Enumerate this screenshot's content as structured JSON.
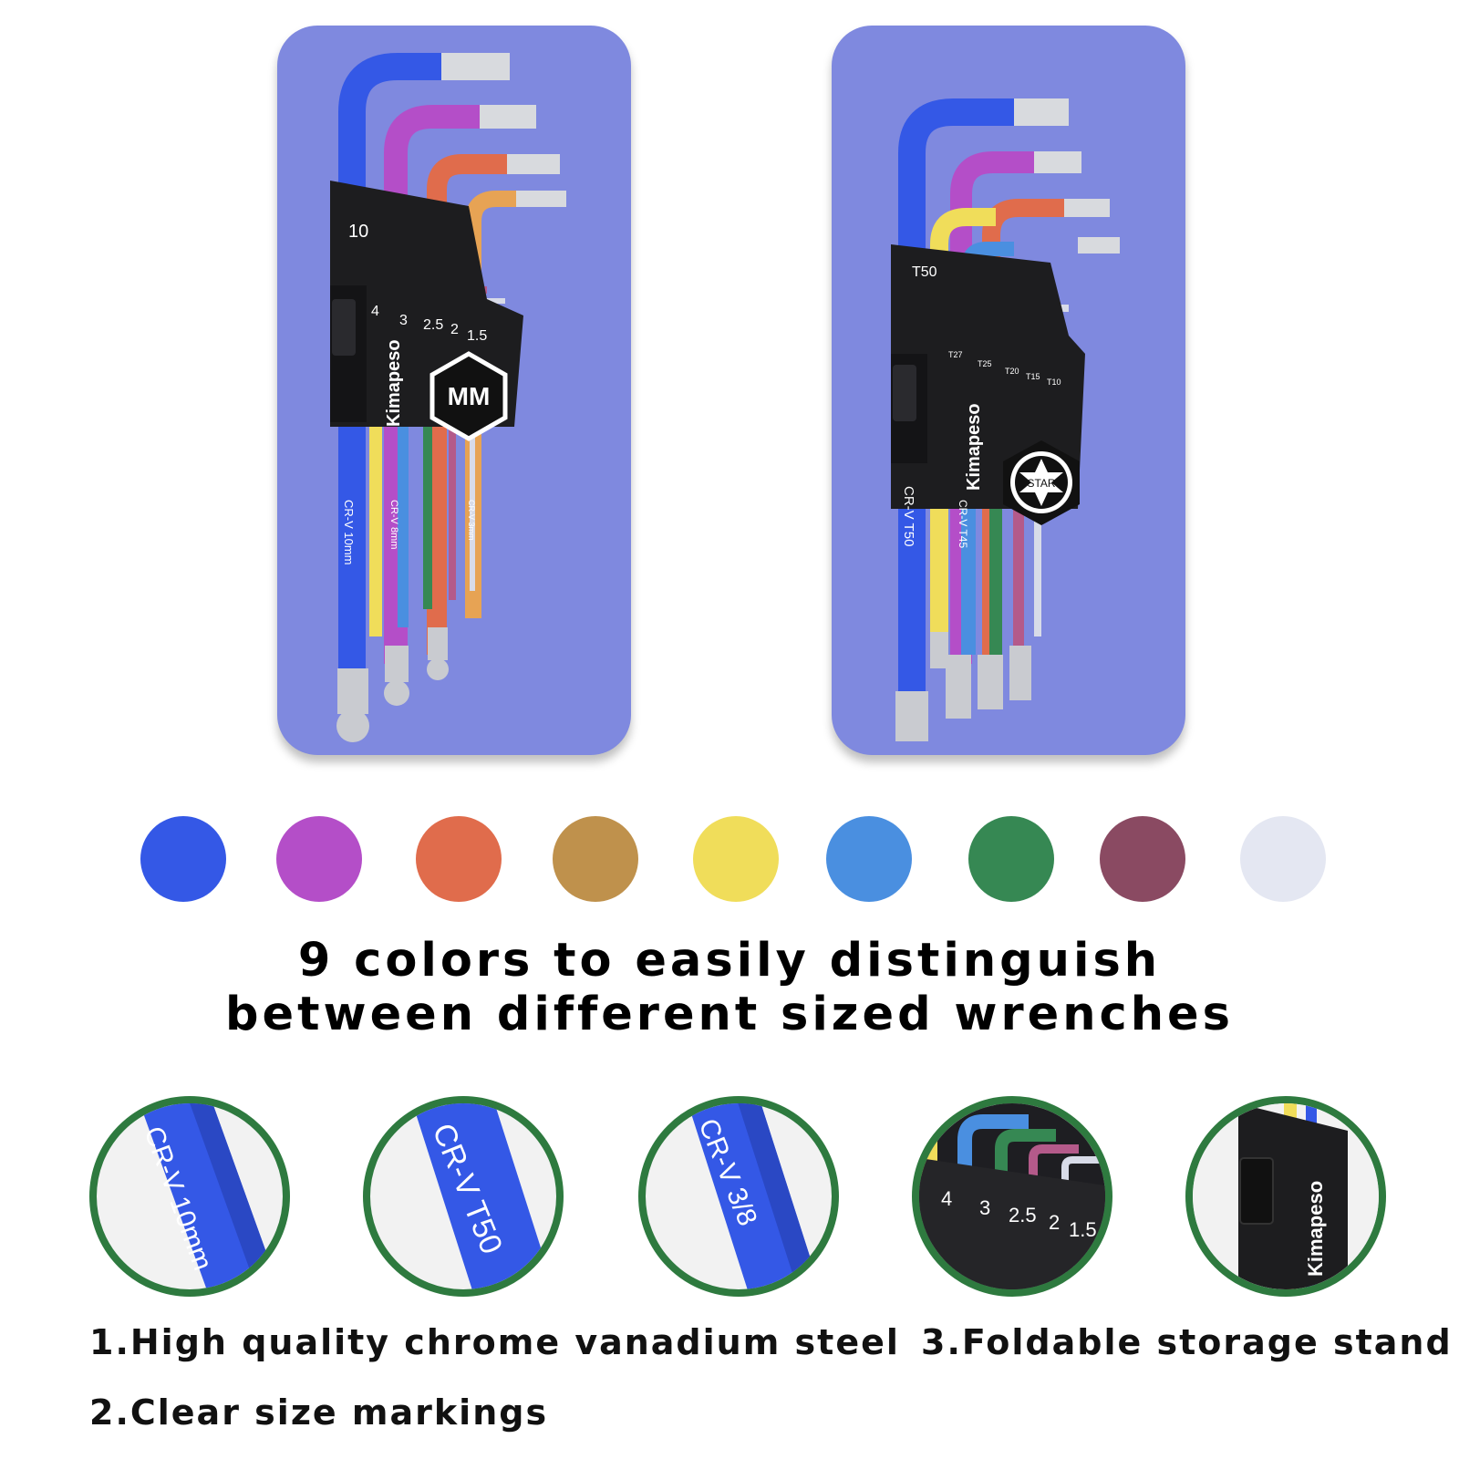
{
  "mm_set": {
    "brand": "Kimapeso",
    "badge": "MM",
    "holder_size_top": "10",
    "holder_sizes": [
      "4",
      "3",
      "2.5",
      "2",
      "1.5"
    ],
    "shaft_text_1": "CR-V 10mm",
    "shaft_text_2": "CR-V 8mm",
    "shaft_text_3": "CR-V 3mm"
  },
  "star_set": {
    "brand": "Kimapeso",
    "badge": "STAR",
    "holder_size_top": "T50",
    "holder_sizes": [
      "T27",
      "T25",
      "T20",
      "T15",
      "T10"
    ],
    "shaft_text_1": "CR-V T50",
    "shaft_text_2": "CR-V T45"
  },
  "colors": [
    {
      "name": "blue",
      "hex": "#3458e6"
    },
    {
      "name": "purple",
      "hex": "#b44ec8"
    },
    {
      "name": "orange",
      "hex": "#e06c4c"
    },
    {
      "name": "gold",
      "hex": "#bf914c"
    },
    {
      "name": "yellow",
      "hex": "#f0dd5a"
    },
    {
      "name": "light-blue",
      "hex": "#4a8fe0"
    },
    {
      "name": "green",
      "hex": "#368853"
    },
    {
      "name": "maroon",
      "hex": "#8a4a62"
    },
    {
      "name": "silver",
      "hex": "#e4e7f2"
    }
  ],
  "headline": {
    "line1": "9 colors to easily distinguish",
    "line2": "between different sized wrenches"
  },
  "zoom": {
    "text_1": "CR-V 10mm",
    "text_2": "CR-V T50",
    "text_3": "CR-V 3/8",
    "sizes": [
      "4",
      "3",
      "2.5",
      "2",
      "1.5"
    ],
    "brand": "Kimapeso"
  },
  "features": {
    "item1": "1.High quality chrome vanadium steel",
    "item2": "2.Clear size markings",
    "item3": "3.Foldable storage stand"
  }
}
